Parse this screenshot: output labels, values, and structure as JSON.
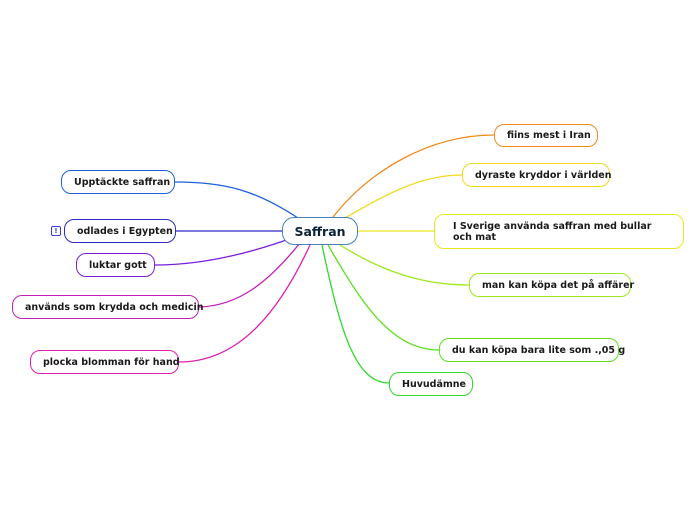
{
  "central": {
    "label": "Saffran",
    "color": "#4a7fb5"
  },
  "left_nodes": [
    {
      "label": "Upptäckte saffran",
      "color": "#1f5fd9"
    },
    {
      "label": "odlades i Egypten",
      "color": "#2a2ac8",
      "badge": "!"
    },
    {
      "label": "luktar gott",
      "color": "#7a1fd9"
    },
    {
      "label": "används som krydda och medicin",
      "color": "#c21fb8"
    },
    {
      "label": "plocka blomman för hand",
      "color": "#e01fae"
    }
  ],
  "right_nodes": [
    {
      "label": "fiins mest i Iran",
      "color": "#f08a1c"
    },
    {
      "label": "dyraste kryddor i världen",
      "color": "#f2d81f"
    },
    {
      "label": "I Sverige använda saffran med bullar och mat",
      "color": "#e8e81f"
    },
    {
      "label": "man kan köpa det på affärer",
      "color": "#9ee81f"
    },
    {
      "label": "du kan köpa bara lite som .,05 g",
      "color": "#5fe01f"
    },
    {
      "label": "Huvudämne",
      "color": "#2fd92f"
    }
  ]
}
